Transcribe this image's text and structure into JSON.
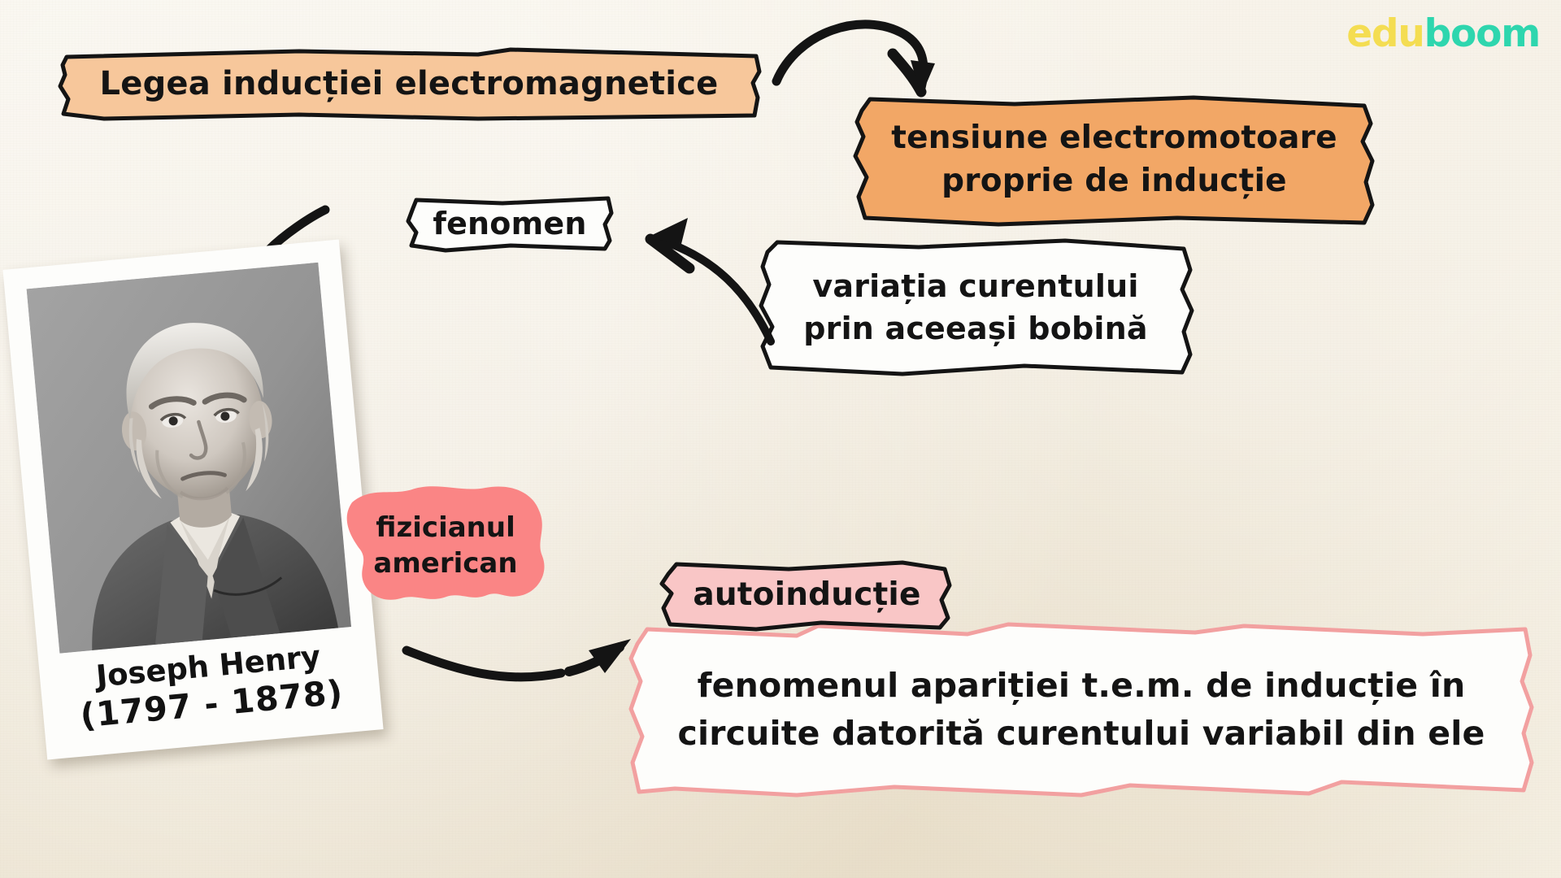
{
  "brand": {
    "part1": "edu",
    "part2": "boom",
    "color1": "#f4dd52",
    "color2": "#2ed6ae"
  },
  "page": {
    "background_color": "#f4efe2",
    "title_box_color": "#f7c79b",
    "accent_orange": "#f2a766",
    "accent_pink": "#fa8585",
    "accent_pink_light": "#f9c6c6",
    "ink_color": "#141414"
  },
  "nodes": {
    "title": {
      "label": "Legea inducției electromagnetice",
      "style": "orange-light"
    },
    "tem": {
      "label": "tensiune electromotoare\nproprie de inducție",
      "style": "orange"
    },
    "fenomen": {
      "label": "fenomen",
      "style": "white"
    },
    "variatia": {
      "label": "variația curentului\nprin aceeași bobină",
      "style": "white"
    },
    "fizician": {
      "label": "fizicianul\namerican",
      "style": "pink-brush"
    },
    "autoinductie": {
      "label": "autoinducție",
      "style": "pink-light"
    },
    "definitie": {
      "label": "fenomenul apariției t.e.m. de inducție în\ncircuite datorită curentului variabil din ele",
      "style": "white-pink-border"
    }
  },
  "photo": {
    "caption_name": "Joseph Henry",
    "caption_years": "(1797 - 1878)",
    "alt": "portret Joseph Henry"
  },
  "arrows": [
    {
      "name": "arrow-title-to-tem",
      "from": "title",
      "to": "tem"
    },
    {
      "name": "arrow-variatia-to-fenomen",
      "from": "variatia",
      "to": "fenomen"
    },
    {
      "name": "arrow-fenomen-tail",
      "from": "fenomen",
      "to": "photo"
    },
    {
      "name": "arrow-photo-to-autoinductie",
      "from": "photo",
      "to": "autoinductie"
    }
  ]
}
